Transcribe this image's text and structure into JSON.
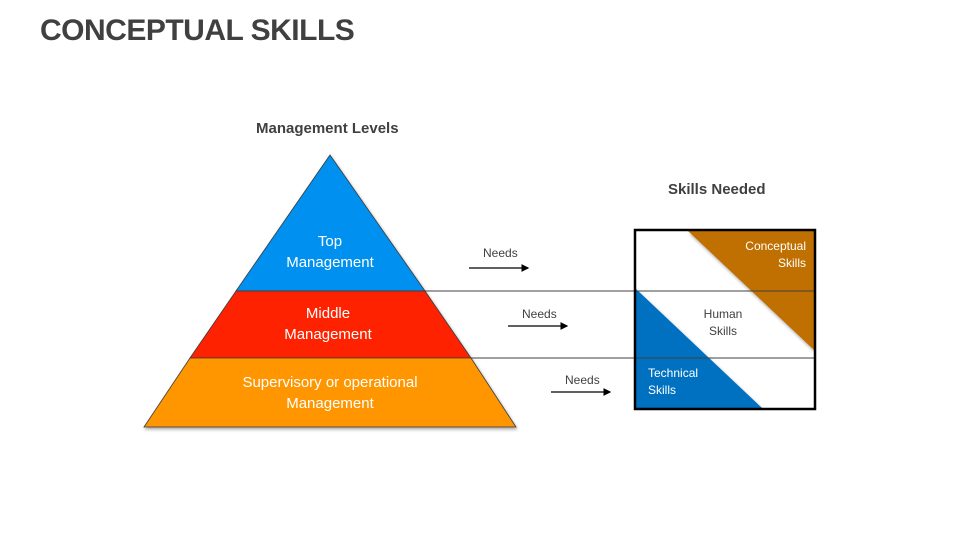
{
  "title": "CONCEPTUAL SKILLS",
  "pyramid": {
    "heading": "Management Levels",
    "levels": [
      {
        "line1": "Top",
        "line2": "Management",
        "color": "#0091F0"
      },
      {
        "line1": "Middle",
        "line2": "Management",
        "color": "#FF2200"
      },
      {
        "line1": "Supervisory or operational",
        "line2": "Management",
        "color": "#FF9600"
      }
    ]
  },
  "arrows": [
    {
      "label": "Needs"
    },
    {
      "label": "Needs"
    },
    {
      "label": "Needs"
    }
  ],
  "skills": {
    "heading": "Skills Needed",
    "conceptual": {
      "line1": "Conceptual",
      "line2": "Skills",
      "color": "#C07000"
    },
    "human": {
      "line1": "Human",
      "line2": "Skills",
      "color": "#FFFFFF"
    },
    "technical": {
      "line1": "Technical",
      "line2": "Skills",
      "color": "#0070C0"
    }
  }
}
